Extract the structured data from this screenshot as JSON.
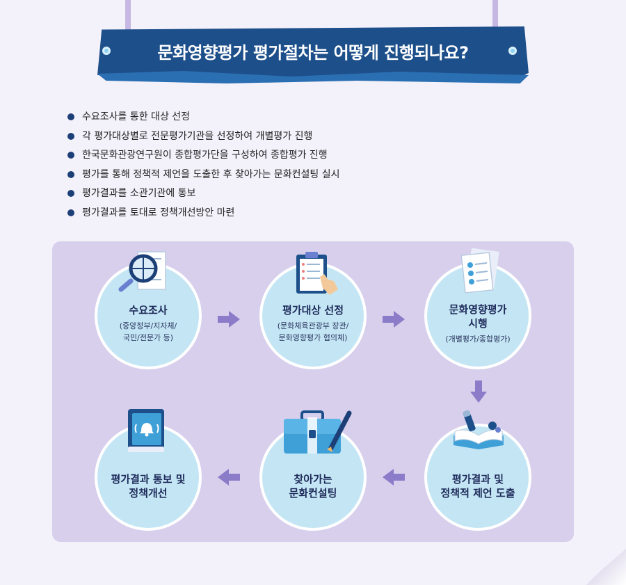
{
  "header": {
    "title": "문화영향평가 평가절차는 어떻게 진행되나요?"
  },
  "bullets": [
    "수요조사를 통한 대상 선정",
    "각 평가대상별로 전문평가기관을 선정하여 개별평가 진행",
    "한국문화관광연구원이 종합평가단을 구성하여 종합평가 진행",
    "평가를 통해 정책적 제언을 도출한 후 찾아가는 문화컨설팅 실시",
    "평가결과를 소관기관에 통보",
    "평가결과를 토대로 정책개선방안 마련"
  ],
  "steps": [
    {
      "title": "수요조사",
      "sub1": "(중앙정부/지자체/",
      "sub2": "국민/전문가 등)",
      "icon": "magnifier-document-icon"
    },
    {
      "title": "평가대상 선정",
      "sub1": "(문화체육관광부 장관/",
      "sub2": "문화영향평가 협의체)",
      "icon": "clipboard-checklist-icon"
    },
    {
      "title1": "문화영향평가",
      "title2": "시행",
      "sub1": "(개별평가/종합평가)",
      "icon": "checklist-document-icon"
    },
    {
      "title1": "평가결과 및",
      "title2": "정책적 제언 도출",
      "icon": "book-pen-icon"
    },
    {
      "title1": "찾아가는",
      "title2": "문화컨설팅",
      "icon": "briefcase-pen-icon"
    },
    {
      "title1": "평가결과 통보 및",
      "title2": "정책개선",
      "icon": "notification-book-icon"
    }
  ],
  "colors": {
    "banner": "#1d4f8a",
    "circle": "#c4e6f4",
    "panel": "#d7cfec",
    "arrow": "#8a7cc8"
  }
}
